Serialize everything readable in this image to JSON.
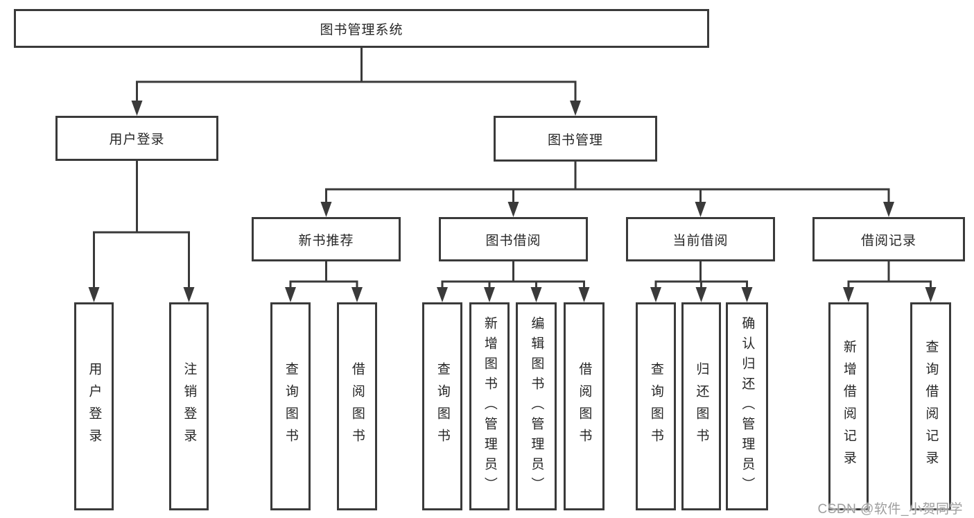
{
  "tree": {
    "label": "图书管理系统",
    "children": [
      {
        "label": "用户登录",
        "children": [
          {
            "label": "用户登录"
          },
          {
            "label": "注销登录"
          }
        ]
      },
      {
        "label": "图书管理",
        "children": [
          {
            "label": "新书推荐",
            "children": [
              {
                "label": "查询图书"
              },
              {
                "label": "借阅图书"
              }
            ]
          },
          {
            "label": "图书借阅",
            "children": [
              {
                "label": "查询图书"
              },
              {
                "label": "新增图书（管理员）"
              },
              {
                "label": "编辑图书（管理员）"
              },
              {
                "label": "借阅图书"
              }
            ]
          },
          {
            "label": "当前借阅",
            "children": [
              {
                "label": "查询图书"
              },
              {
                "label": "归还图书"
              },
              {
                "label": "确认归还（管理员）"
              }
            ]
          },
          {
            "label": "借阅记录",
            "children": [
              {
                "label": "新增借阅记录"
              },
              {
                "label": "查询借阅记录"
              }
            ]
          }
        ]
      }
    ]
  },
  "watermark": {
    "text": "CSDN @软件_小贺同学"
  },
  "colors": {
    "line": "#3a3a3a",
    "text": "#262626",
    "watermark": "#9e9e9e",
    "background": "#ffffff"
  }
}
